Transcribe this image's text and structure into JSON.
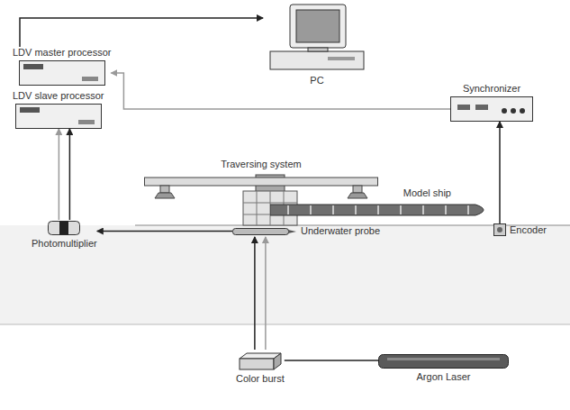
{
  "diagram": {
    "nodes": [
      {
        "text": [
          "PC"
        ]
      },
      {
        "text": [
          "LDV master processor"
        ]
      },
      {
        "text": [
          "LDV slave processor"
        ]
      },
      {
        "text": [
          "Synchronizer"
        ]
      },
      {
        "text": [
          "Traversing system"
        ]
      },
      {
        "text": [
          "Model ship"
        ]
      },
      {
        "text": [
          "Encoder"
        ]
      },
      {
        "text": [
          "Underwater probe"
        ]
      },
      {
        "text": [
          "Photomultiplier"
        ]
      },
      {
        "text": [
          "Color burst"
        ]
      },
      {
        "text": [
          "Argon Laser"
        ]
      }
    ],
    "edges": [
      {
        "from": 1,
        "to": 0,
        "arrow": "to"
      },
      {
        "from": 3,
        "to": 1,
        "arrow": "to"
      },
      {
        "from": 6,
        "to": 3,
        "arrow": "to"
      },
      {
        "from": 8,
        "to": 2,
        "arrow": "to"
      },
      {
        "from": 8,
        "to": 2,
        "arrow": "to"
      },
      {
        "from": 7,
        "to": 8,
        "arrow": "to"
      },
      {
        "from": 9,
        "to": 7,
        "arrow": "to"
      },
      {
        "from": 9,
        "to": 7,
        "arrow": "to"
      },
      {
        "from": 9,
        "to": 10,
        "arrow": "none"
      }
    ]
  }
}
